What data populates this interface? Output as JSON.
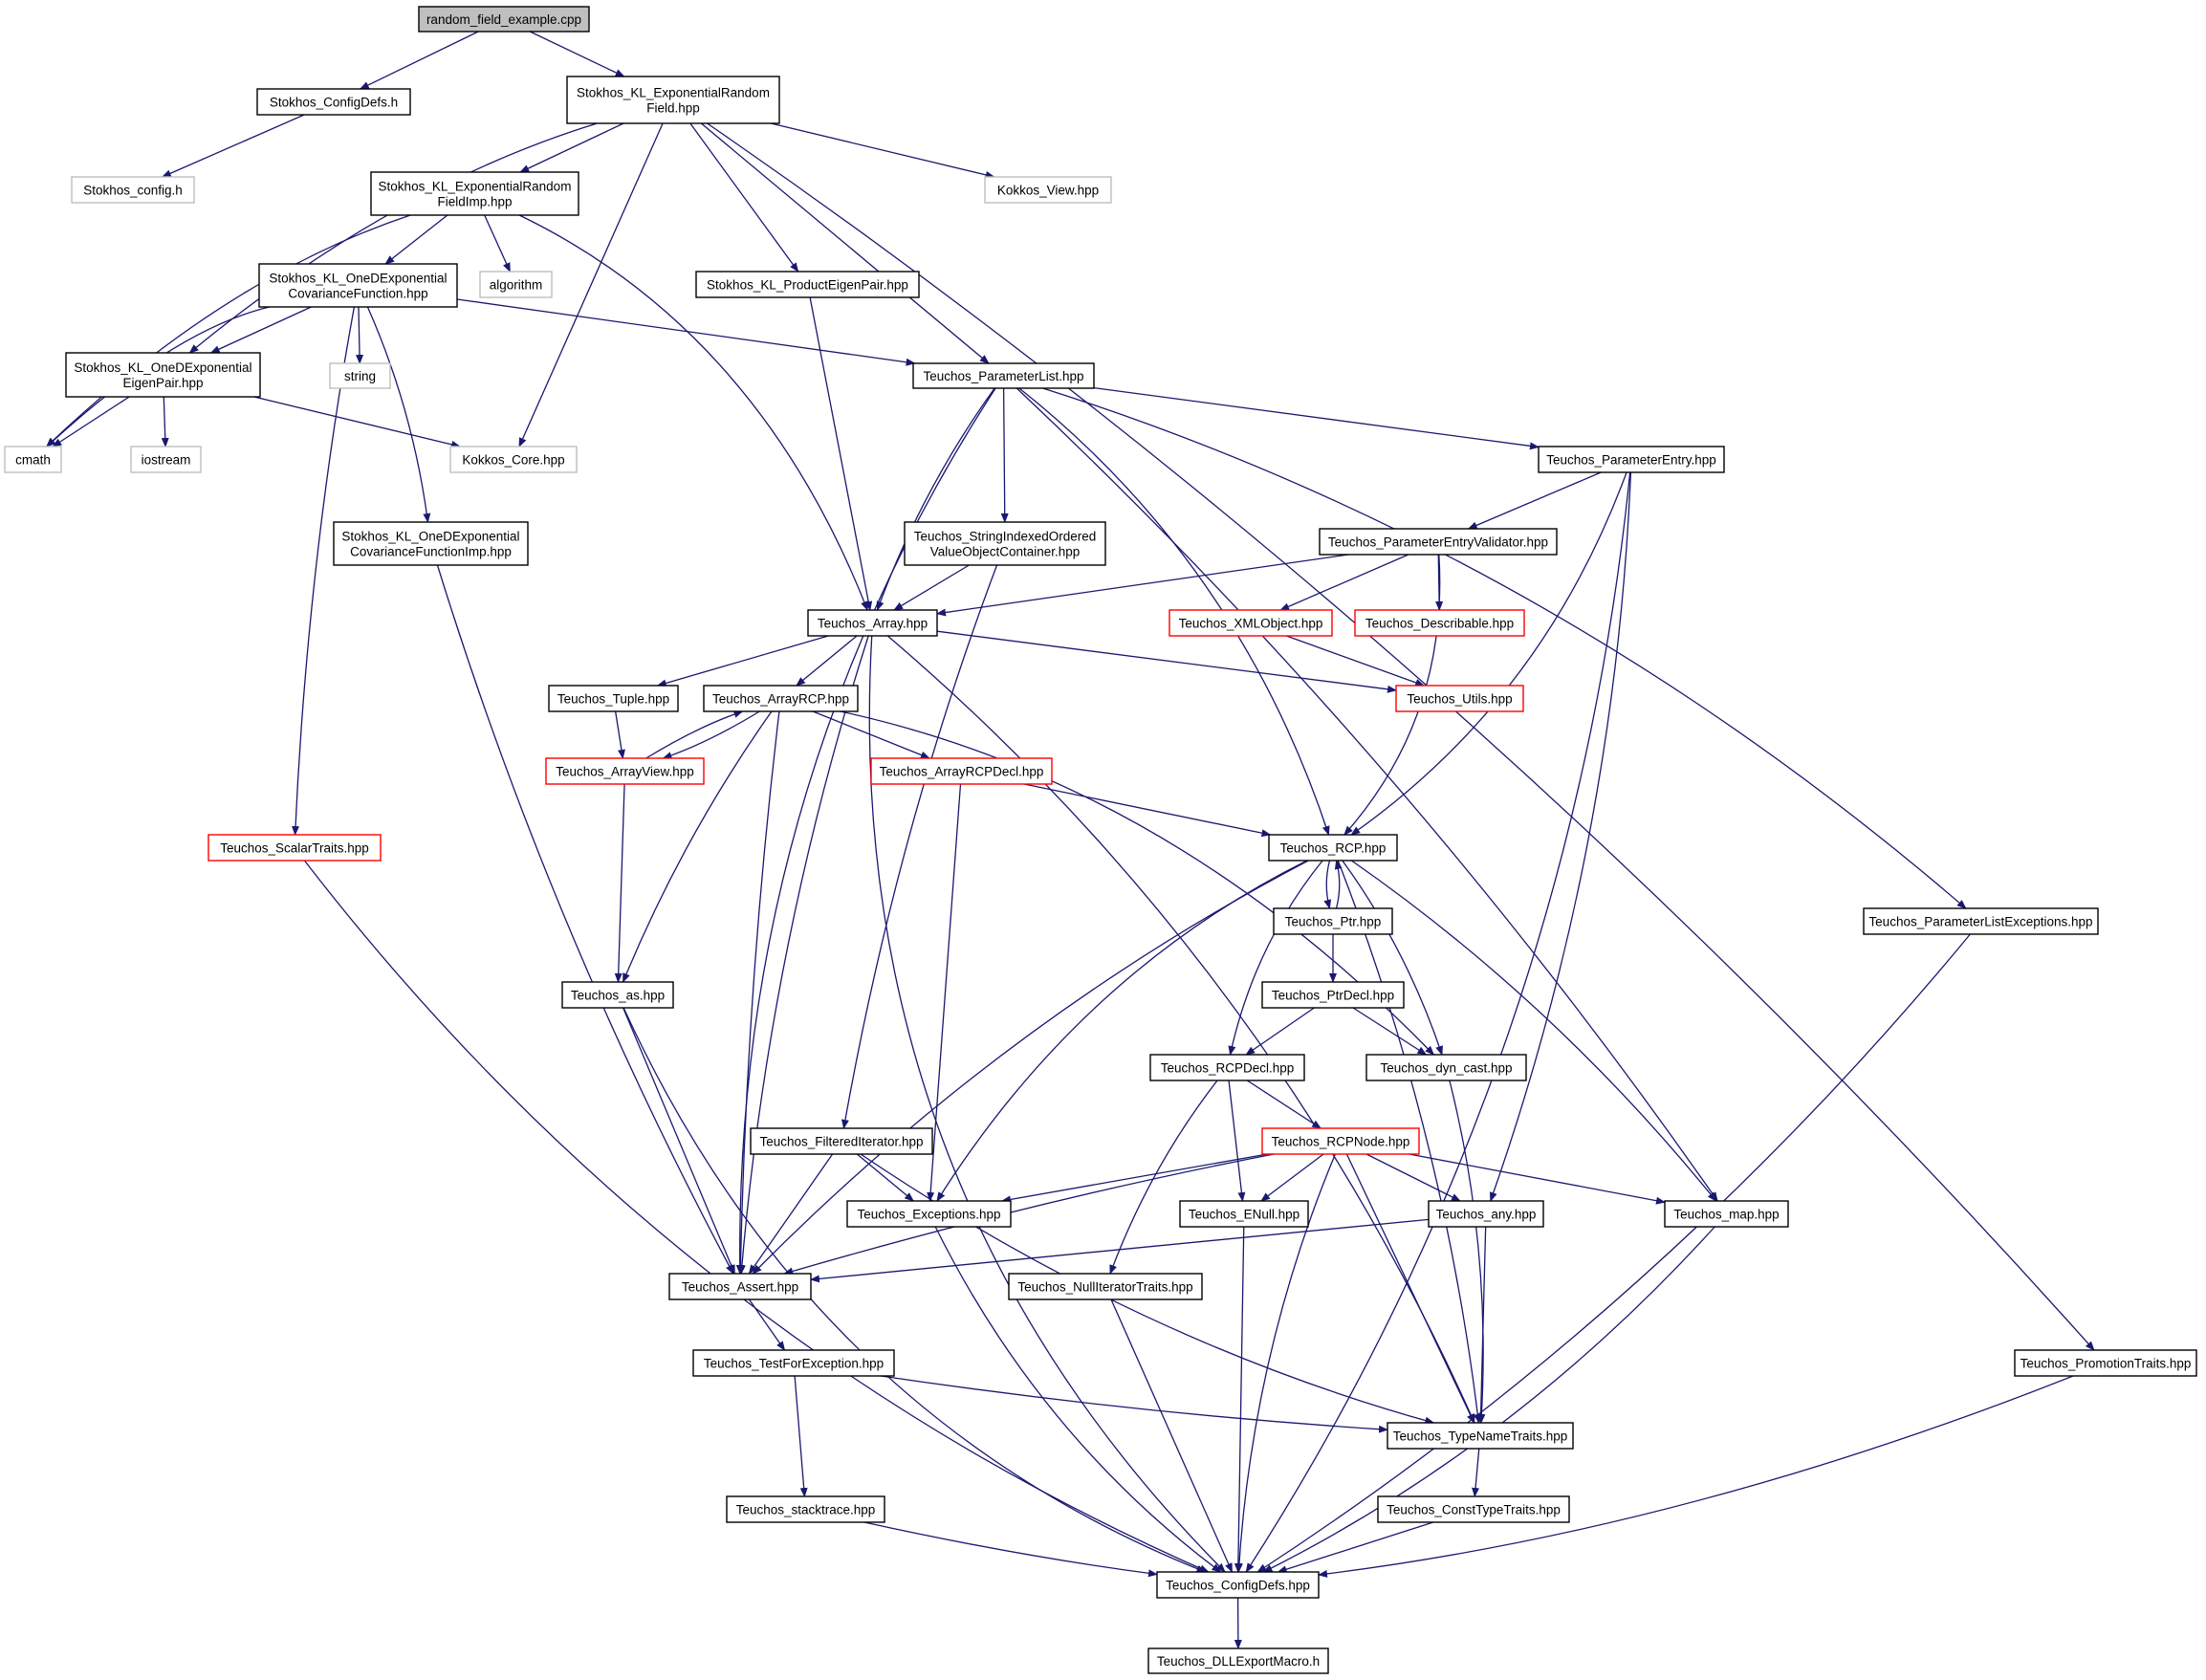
{
  "title": "random_field_example.cpp",
  "colors": {
    "edge": "#191970",
    "root_fill": "#bfbfbf",
    "box_border": "#000000",
    "external_border": "#bfbfbf",
    "incomplete_border": "#ff0000",
    "background": "#ffffff"
  },
  "nodes": [
    {
      "id": "random_field_example",
      "lines": [
        "random_field_example.cpp"
      ],
      "style": "root"
    },
    {
      "id": "stokhos_configdefs",
      "lines": [
        "Stokhos_ConfigDefs.h"
      ],
      "style": "normal"
    },
    {
      "id": "stokhos_kl_exprf",
      "lines": [
        "Stokhos_KL_ExponentialRandom",
        "Field.hpp"
      ],
      "style": "normal"
    },
    {
      "id": "stokhos_config",
      "lines": [
        "Stokhos_config.h"
      ],
      "style": "external"
    },
    {
      "id": "stokhos_kl_exprf_imp",
      "lines": [
        "Stokhos_KL_ExponentialRandom",
        "FieldImp.hpp"
      ],
      "style": "normal"
    },
    {
      "id": "kokkos_view",
      "lines": [
        "Kokkos_View.hpp"
      ],
      "style": "external"
    },
    {
      "id": "stokhos_kl_1dcov",
      "lines": [
        "Stokhos_KL_OneDExponential",
        "CovarianceFunction.hpp"
      ],
      "style": "normal"
    },
    {
      "id": "algorithm",
      "lines": [
        "algorithm"
      ],
      "style": "external"
    },
    {
      "id": "stokhos_kl_prodeig",
      "lines": [
        "Stokhos_KL_ProductEigenPair.hpp"
      ],
      "style": "normal"
    },
    {
      "id": "stokhos_kl_1deig",
      "lines": [
        "Stokhos_KL_OneDExponential",
        "EigenPair.hpp"
      ],
      "style": "normal"
    },
    {
      "id": "string",
      "lines": [
        "string"
      ],
      "style": "external"
    },
    {
      "id": "teuchos_paramlist",
      "lines": [
        "Teuchos_ParameterList.hpp"
      ],
      "style": "normal"
    },
    {
      "id": "cmath",
      "lines": [
        "cmath"
      ],
      "style": "external"
    },
    {
      "id": "iostream",
      "lines": [
        "iostream"
      ],
      "style": "external"
    },
    {
      "id": "kokkos_core",
      "lines": [
        "Kokkos_Core.hpp"
      ],
      "style": "external"
    },
    {
      "id": "teuchos_paramentry",
      "lines": [
        "Teuchos_ParameterEntry.hpp"
      ],
      "style": "normal"
    },
    {
      "id": "stokhos_kl_1dcov_imp",
      "lines": [
        "Stokhos_KL_OneDExponential",
        "CovarianceFunctionImp.hpp"
      ],
      "style": "normal"
    },
    {
      "id": "teuchos_sio",
      "lines": [
        "Teuchos_StringIndexedOrdered",
        "ValueObjectContainer.hpp"
      ],
      "style": "normal"
    },
    {
      "id": "teuchos_pev",
      "lines": [
        "Teuchos_ParameterEntryValidator.hpp"
      ],
      "style": "normal"
    },
    {
      "id": "teuchos_array",
      "lines": [
        "Teuchos_Array.hpp"
      ],
      "style": "normal"
    },
    {
      "id": "teuchos_xmlobject",
      "lines": [
        "Teuchos_XMLObject.hpp"
      ],
      "style": "incomplete"
    },
    {
      "id": "teuchos_describable",
      "lines": [
        "Teuchos_Describable.hpp"
      ],
      "style": "incomplete"
    },
    {
      "id": "teuchos_tuple",
      "lines": [
        "Teuchos_Tuple.hpp"
      ],
      "style": "normal"
    },
    {
      "id": "teuchos_arrayrcp",
      "lines": [
        "Teuchos_ArrayRCP.hpp"
      ],
      "style": "normal"
    },
    {
      "id": "teuchos_utils",
      "lines": [
        "Teuchos_Utils.hpp"
      ],
      "style": "incomplete"
    },
    {
      "id": "teuchos_arrayview",
      "lines": [
        "Teuchos_ArrayView.hpp"
      ],
      "style": "incomplete"
    },
    {
      "id": "teuchos_arrayrcpdecl",
      "lines": [
        "Teuchos_ArrayRCPDecl.hpp"
      ],
      "style": "incomplete"
    },
    {
      "id": "teuchos_scalartraits",
      "lines": [
        "Teuchos_ScalarTraits.hpp"
      ],
      "style": "incomplete"
    },
    {
      "id": "teuchos_rcp",
      "lines": [
        "Teuchos_RCP.hpp"
      ],
      "style": "normal"
    },
    {
      "id": "teuchos_ptr",
      "lines": [
        "Teuchos_Ptr.hpp"
      ],
      "style": "normal"
    },
    {
      "id": "teuchos_plexc",
      "lines": [
        "Teuchos_ParameterListExceptions.hpp"
      ],
      "style": "normal"
    },
    {
      "id": "teuchos_ptrdecl",
      "lines": [
        "Teuchos_PtrDecl.hpp"
      ],
      "style": "normal"
    },
    {
      "id": "teuchos_as",
      "lines": [
        "Teuchos_as.hpp"
      ],
      "style": "normal"
    },
    {
      "id": "teuchos_rcpdecl",
      "lines": [
        "Teuchos_RCPDecl.hpp"
      ],
      "style": "normal"
    },
    {
      "id": "teuchos_dyncast",
      "lines": [
        "Teuchos_dyn_cast.hpp"
      ],
      "style": "normal"
    },
    {
      "id": "teuchos_rcpnode",
      "lines": [
        "Teuchos_RCPNode.hpp"
      ],
      "style": "incomplete"
    },
    {
      "id": "teuchos_filtered",
      "lines": [
        "Teuchos_FilteredIterator.hpp"
      ],
      "style": "normal"
    },
    {
      "id": "teuchos_exceptions",
      "lines": [
        "Teuchos_Exceptions.hpp"
      ],
      "style": "normal"
    },
    {
      "id": "teuchos_enull",
      "lines": [
        "Teuchos_ENull.hpp"
      ],
      "style": "normal"
    },
    {
      "id": "teuchos_any",
      "lines": [
        "Teuchos_any.hpp"
      ],
      "style": "normal"
    },
    {
      "id": "teuchos_map",
      "lines": [
        "Teuchos_map.hpp"
      ],
      "style": "normal"
    },
    {
      "id": "teuchos_assert",
      "lines": [
        "Teuchos_Assert.hpp"
      ],
      "style": "normal"
    },
    {
      "id": "teuchos_nulliter",
      "lines": [
        "Teuchos_NullIteratorTraits.hpp"
      ],
      "style": "normal"
    },
    {
      "id": "teuchos_testforexc",
      "lines": [
        "Teuchos_TestForException.hpp"
      ],
      "style": "normal"
    },
    {
      "id": "teuchos_promotion",
      "lines": [
        "Teuchos_PromotionTraits.hpp"
      ],
      "style": "normal"
    },
    {
      "id": "teuchos_typename",
      "lines": [
        "Teuchos_TypeNameTraits.hpp"
      ],
      "style": "normal"
    },
    {
      "id": "teuchos_stacktrace",
      "lines": [
        "Teuchos_stacktrace.hpp"
      ],
      "style": "normal"
    },
    {
      "id": "teuchos_consttype",
      "lines": [
        "Teuchos_ConstTypeTraits.hpp"
      ],
      "style": "normal"
    },
    {
      "id": "teuchos_configdefs",
      "lines": [
        "Teuchos_ConfigDefs.hpp"
      ],
      "style": "normal"
    },
    {
      "id": "teuchos_dllexport",
      "lines": [
        "Teuchos_DLLExportMacro.h"
      ],
      "style": "normal"
    }
  ],
  "edges": [
    [
      "random_field_example",
      "stokhos_configdefs"
    ],
    [
      "random_field_example",
      "stokhos_kl_exprf"
    ],
    [
      "stokhos_configdefs",
      "stokhos_config"
    ],
    [
      "stokhos_kl_exprf",
      "stokhos_kl_exprf_imp"
    ],
    [
      "stokhos_kl_exprf",
      "kokkos_view"
    ],
    [
      "stokhos_kl_exprf",
      "stokhos_kl_prodeig"
    ],
    [
      "stokhos_kl_exprf",
      "teuchos_paramlist"
    ],
    [
      "stokhos_kl_exprf",
      "kokkos_core"
    ],
    [
      "stokhos_kl_exprf",
      "stokhos_kl_1deig"
    ],
    [
      "stokhos_kl_exprf",
      "teuchos_promotion"
    ],
    [
      "stokhos_kl_exprf_imp",
      "stokhos_kl_1dcov"
    ],
    [
      "stokhos_kl_exprf_imp",
      "algorithm"
    ],
    [
      "stokhos_kl_exprf_imp",
      "cmath"
    ],
    [
      "stokhos_kl_exprf_imp",
      "teuchos_array"
    ],
    [
      "stokhos_kl_1dcov",
      "stokhos_kl_1deig"
    ],
    [
      "stokhos_kl_1dcov",
      "string"
    ],
    [
      "stokhos_kl_1dcov",
      "teuchos_paramlist"
    ],
    [
      "stokhos_kl_1dcov",
      "cmath"
    ],
    [
      "stokhos_kl_1dcov",
      "stokhos_kl_1dcov_imp"
    ],
    [
      "stokhos_kl_1dcov",
      "teuchos_scalartraits"
    ],
    [
      "stokhos_kl_1deig",
      "cmath"
    ],
    [
      "stokhos_kl_1deig",
      "iostream"
    ],
    [
      "stokhos_kl_1deig",
      "kokkos_core"
    ],
    [
      "stokhos_kl_prodeig",
      "teuchos_array"
    ],
    [
      "stokhos_kl_1dcov_imp",
      "teuchos_assert"
    ],
    [
      "teuchos_paramlist",
      "teuchos_paramentry"
    ],
    [
      "teuchos_paramlist",
      "teuchos_sio"
    ],
    [
      "teuchos_paramlist",
      "teuchos_array"
    ],
    [
      "teuchos_paramlist",
      "teuchos_rcp"
    ],
    [
      "teuchos_paramlist",
      "teuchos_map"
    ],
    [
      "teuchos_paramlist",
      "teuchos_plexc"
    ],
    [
      "teuchos_paramlist",
      "teuchos_assert"
    ],
    [
      "teuchos_paramentry",
      "teuchos_pev"
    ],
    [
      "teuchos_paramentry",
      "teuchos_rcp"
    ],
    [
      "teuchos_paramentry",
      "teuchos_any"
    ],
    [
      "teuchos_paramentry",
      "teuchos_configdefs"
    ],
    [
      "teuchos_pev",
      "teuchos_array"
    ],
    [
      "teuchos_pev",
      "teuchos_xmlobject"
    ],
    [
      "teuchos_pev",
      "teuchos_describable"
    ],
    [
      "teuchos_pev",
      "teuchos_rcp"
    ],
    [
      "teuchos_xmlobject",
      "teuchos_utils"
    ],
    [
      "teuchos_sio",
      "teuchos_array"
    ],
    [
      "teuchos_sio",
      "teuchos_filtered"
    ],
    [
      "teuchos_array",
      "teuchos_tuple"
    ],
    [
      "teuchos_array",
      "teuchos_arrayrcp"
    ],
    [
      "teuchos_array",
      "teuchos_utils"
    ],
    [
      "teuchos_array",
      "teuchos_typename"
    ],
    [
      "teuchos_array",
      "teuchos_assert"
    ],
    [
      "teuchos_array",
      "teuchos_configdefs"
    ],
    [
      "teuchos_tuple",
      "teuchos_arrayview"
    ],
    [
      "teuchos_arrayrcp",
      "teuchos_arrayview"
    ],
    [
      "teuchos_arrayview",
      "teuchos_arrayrcp"
    ],
    [
      "teuchos_arrayrcp",
      "teuchos_arrayrcpdecl"
    ],
    [
      "teuchos_arrayrcp",
      "teuchos_as"
    ],
    [
      "teuchos_arrayrcp",
      "teuchos_dyncast"
    ],
    [
      "teuchos_arrayrcp",
      "teuchos_assert"
    ],
    [
      "teuchos_arrayview",
      "teuchos_as"
    ],
    [
      "teuchos_arrayrcpdecl",
      "teuchos_rcp"
    ],
    [
      "teuchos_arrayrcpdecl",
      "teuchos_exceptions"
    ],
    [
      "teuchos_scalartraits",
      "teuchos_configdefs"
    ],
    [
      "teuchos_rcp",
      "teuchos_ptr"
    ],
    [
      "teuchos_ptr",
      "teuchos_rcp"
    ],
    [
      "teuchos_rcp",
      "teuchos_rcpdecl"
    ],
    [
      "teuchos_rcp",
      "teuchos_dyncast"
    ],
    [
      "teuchos_rcp",
      "teuchos_exceptions"
    ],
    [
      "teuchos_rcp",
      "teuchos_assert"
    ],
    [
      "teuchos_rcp",
      "teuchos_map"
    ],
    [
      "teuchos_rcp",
      "teuchos_typename"
    ],
    [
      "teuchos_ptr",
      "teuchos_ptrdecl"
    ],
    [
      "teuchos_ptrdecl",
      "teuchos_rcpdecl"
    ],
    [
      "teuchos_ptrdecl",
      "teuchos_dyncast"
    ],
    [
      "teuchos_rcpdecl",
      "teuchos_rcpnode"
    ],
    [
      "teuchos_rcpdecl",
      "teuchos_enull"
    ],
    [
      "teuchos_rcpdecl",
      "teuchos_nulliter"
    ],
    [
      "teuchos_rcpnode",
      "teuchos_exceptions"
    ],
    [
      "teuchos_rcpnode",
      "teuchos_enull"
    ],
    [
      "teuchos_rcpnode",
      "teuchos_any"
    ],
    [
      "teuchos_rcpnode",
      "teuchos_map"
    ],
    [
      "teuchos_rcpnode",
      "teuchos_assert"
    ],
    [
      "teuchos_rcpnode",
      "teuchos_typename"
    ],
    [
      "teuchos_rcpnode",
      "teuchos_configdefs"
    ],
    [
      "teuchos_dyncast",
      "teuchos_typename"
    ],
    [
      "teuchos_plexc",
      "teuchos_configdefs"
    ],
    [
      "teuchos_as",
      "teuchos_assert"
    ],
    [
      "teuchos_as",
      "teuchos_configdefs"
    ],
    [
      "teuchos_filtered",
      "teuchos_exceptions"
    ],
    [
      "teuchos_filtered",
      "teuchos_assert"
    ],
    [
      "teuchos_filtered",
      "teuchos_typename"
    ],
    [
      "teuchos_exceptions",
      "teuchos_configdefs"
    ],
    [
      "teuchos_enull",
      "teuchos_configdefs"
    ],
    [
      "teuchos_any",
      "teuchos_assert"
    ],
    [
      "teuchos_any",
      "teuchos_typename"
    ],
    [
      "teuchos_map",
      "teuchos_configdefs"
    ],
    [
      "teuchos_assert",
      "teuchos_testforexc"
    ],
    [
      "teuchos_nulliter",
      "teuchos_configdefs"
    ],
    [
      "teuchos_testforexc",
      "teuchos_typename"
    ],
    [
      "teuchos_testforexc",
      "teuchos_stacktrace"
    ],
    [
      "teuchos_promotion",
      "teuchos_configdefs"
    ],
    [
      "teuchos_typename",
      "teuchos_consttype"
    ],
    [
      "teuchos_stacktrace",
      "teuchos_configdefs"
    ],
    [
      "teuchos_consttype",
      "teuchos_configdefs"
    ],
    [
      "teuchos_configdefs",
      "teuchos_dllexport"
    ]
  ]
}
